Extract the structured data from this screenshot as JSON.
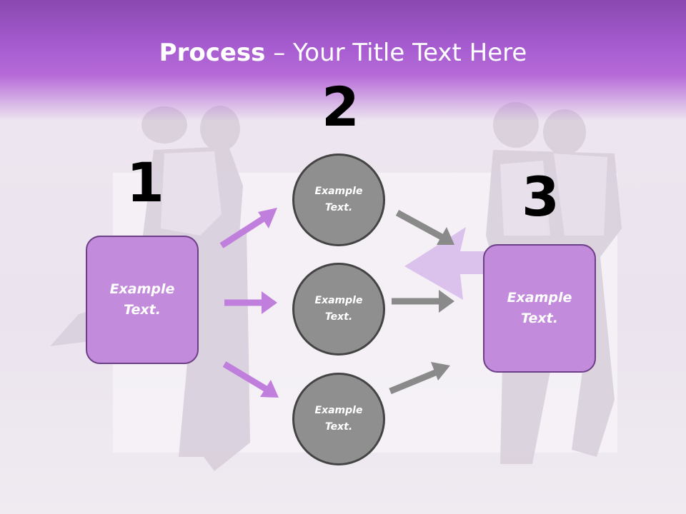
{
  "title": {
    "bold": "Process",
    "rest": "Your Title Text Here"
  },
  "steps": [
    {
      "number": "1",
      "box_text": [
        "Example",
        "Text."
      ]
    },
    {
      "number": "2",
      "circles": [
        {
          "text": [
            "Example",
            "Text."
          ]
        },
        {
          "text": [
            "Example",
            "Text."
          ]
        },
        {
          "text": [
            "Example",
            "Text."
          ]
        }
      ]
    },
    {
      "number": "3",
      "box_text": [
        "Example",
        "Text."
      ]
    }
  ],
  "colors": {
    "header": "#a65cd0",
    "box_fill": "#c28bdb",
    "box_border": "#6d3f86",
    "circle_fill": "#8f8f8f",
    "circle_border": "#444444",
    "purple_arrow": "#c07fdc",
    "gray_arrow": "#8a8a8a",
    "big_arrow": "#d8bdec"
  }
}
